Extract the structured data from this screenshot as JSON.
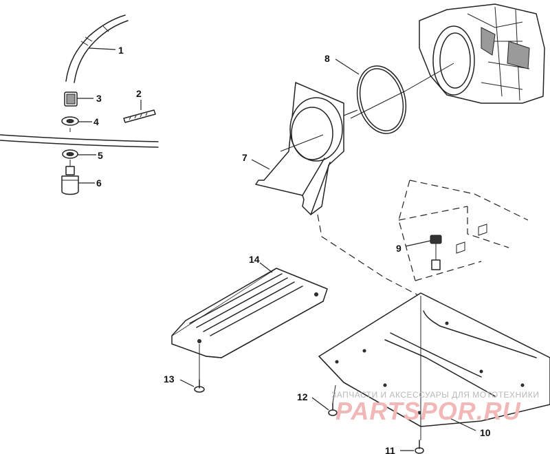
{
  "diagram": {
    "callouts": [
      {
        "id": "1",
        "text": "1"
      },
      {
        "id": "2",
        "text": "2"
      },
      {
        "id": "3",
        "text": "3"
      },
      {
        "id": "4",
        "text": "4"
      },
      {
        "id": "5",
        "text": "5"
      },
      {
        "id": "6",
        "text": "6"
      },
      {
        "id": "7",
        "text": "7"
      },
      {
        "id": "8",
        "text": "8"
      },
      {
        "id": "9",
        "text": "9"
      },
      {
        "id": "10",
        "text": "10"
      },
      {
        "id": "11",
        "text": "11"
      },
      {
        "id": "12",
        "text": "12"
      },
      {
        "id": "13",
        "text": "13"
      },
      {
        "id": "14",
        "text": "14"
      }
    ]
  },
  "watermark": {
    "top_text": "ЗАПЧАСТИ И АКСЕССУАРЫ ДЛЯ МОТОТЕХНИКИ",
    "brand_text": "PARTSPOR.RU",
    "brand_color": "#f2b8b8"
  }
}
